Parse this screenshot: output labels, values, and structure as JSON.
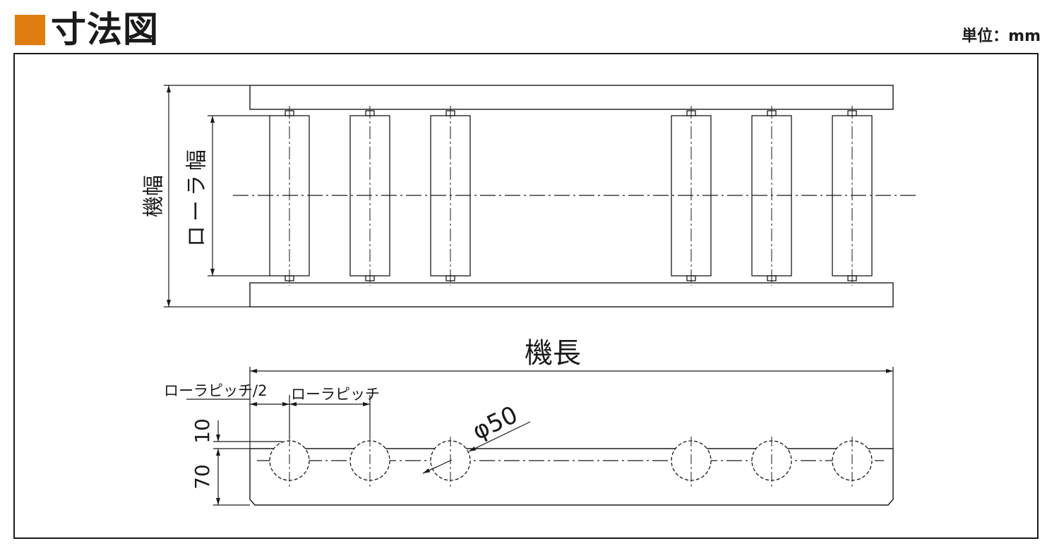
{
  "header": {
    "accent_color": "#e07d10",
    "title": "寸法図",
    "unit": "単位：mm"
  },
  "plan_view": {
    "machine_width_label": "機幅",
    "roller_width_label": "ローラ幅"
  },
  "side_view": {
    "machine_length_label": "機長",
    "half_pitch_label": "ローラピッチ/2",
    "pitch_label": "ローラピッチ",
    "diameter_label": "φ50",
    "dim_10": "10",
    "dim_70": "70"
  },
  "rollers": {
    "count": 6,
    "gap_after_index": 3
  }
}
